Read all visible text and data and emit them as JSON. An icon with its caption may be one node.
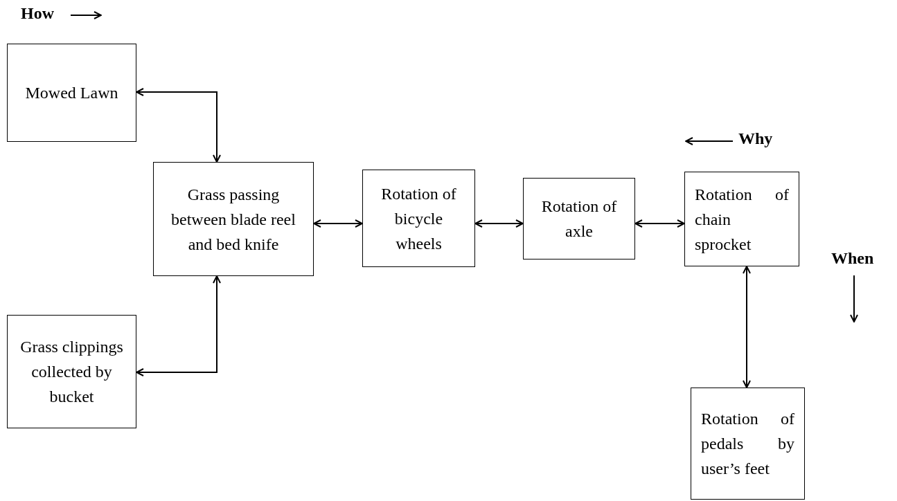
{
  "diagram": {
    "nodes": [
      {
        "text": [
          "Mowed Lawn"
        ]
      },
      {
        "text": [
          "Grass passing between blade reel and bed knife"
        ]
      },
      {
        "text": [
          "Grass clippings collected by bucket"
        ]
      },
      {
        "text": [
          "Rotation of bicycle wheels"
        ]
      },
      {
        "text": [
          "Rotation of axle"
        ]
      },
      {
        "text": [
          "Rotation of chain sprocket"
        ]
      },
      {
        "text": [
          "Rotation of pedals by user’s feet"
        ]
      }
    ],
    "edges": [
      {
        "from": 0,
        "to": 1,
        "arrow": "both"
      },
      {
        "from": 2,
        "to": 1,
        "arrow": "both"
      },
      {
        "from": 1,
        "to": 3,
        "arrow": "both"
      },
      {
        "from": 3,
        "to": 4,
        "arrow": "both"
      },
      {
        "from": 4,
        "to": 5,
        "arrow": "both"
      },
      {
        "from": 5,
        "to": 6,
        "arrow": "both"
      }
    ],
    "labels": [
      "How",
      "Why",
      "When"
    ]
  }
}
